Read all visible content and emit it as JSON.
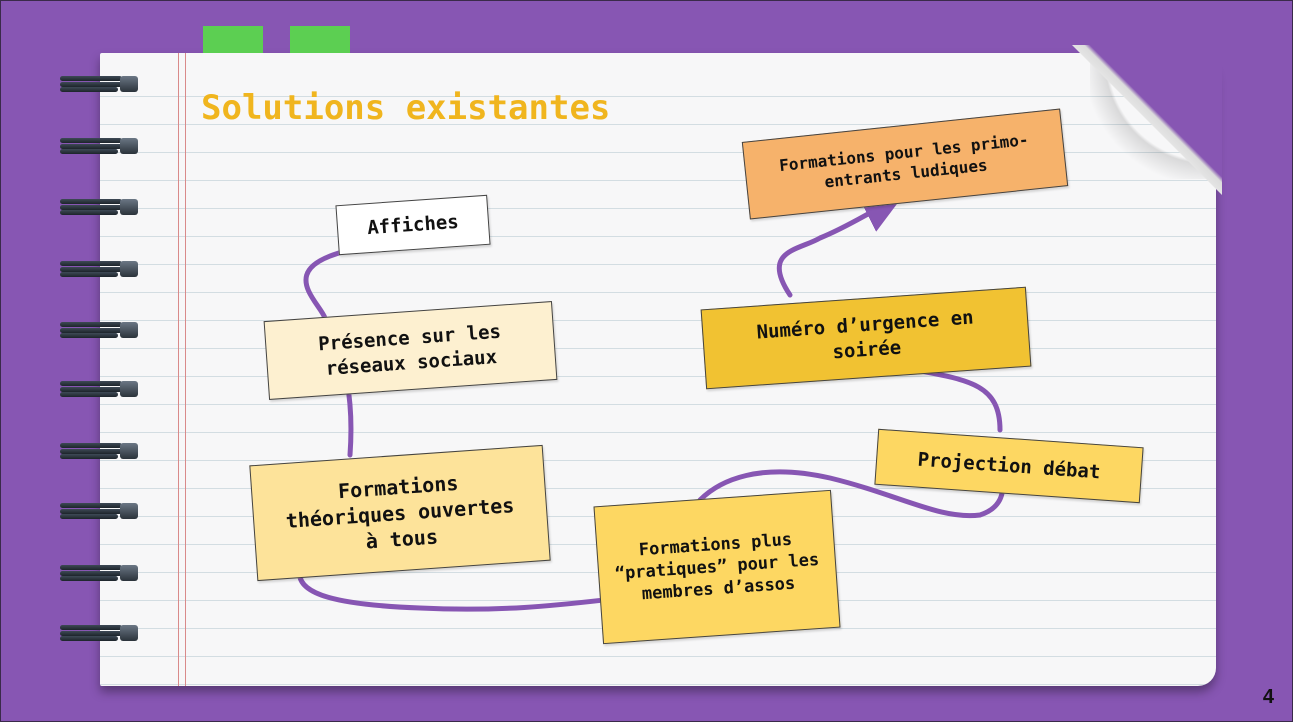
{
  "slide": {
    "title": "Solutions existantes",
    "page_number": "4"
  },
  "notes": {
    "affiches": "Affiches",
    "reseaux": "Présence sur les réseaux sociaux",
    "formations_theoriques": "Formations théoriques ouvertes à tous",
    "formations_pratiques": "Formations plus “pratiques” pour les membres d’assos",
    "projection": "Projection débat",
    "numero_urgence": "Numéro d’urgence en soirée",
    "formations_primo": "Formations pour les primo-entrants ludiques"
  },
  "colors": {
    "background": "#8756b3",
    "title": "#f0b51e",
    "tab": "#5ccf52",
    "path": "#8756b3",
    "note_white": "#ffffff",
    "note_cream": "#fdf0d0",
    "note_light_yellow": "#fde39a",
    "note_yellow": "#fdd762",
    "note_gold": "#f1c232",
    "note_orange": "#f6b26b"
  }
}
